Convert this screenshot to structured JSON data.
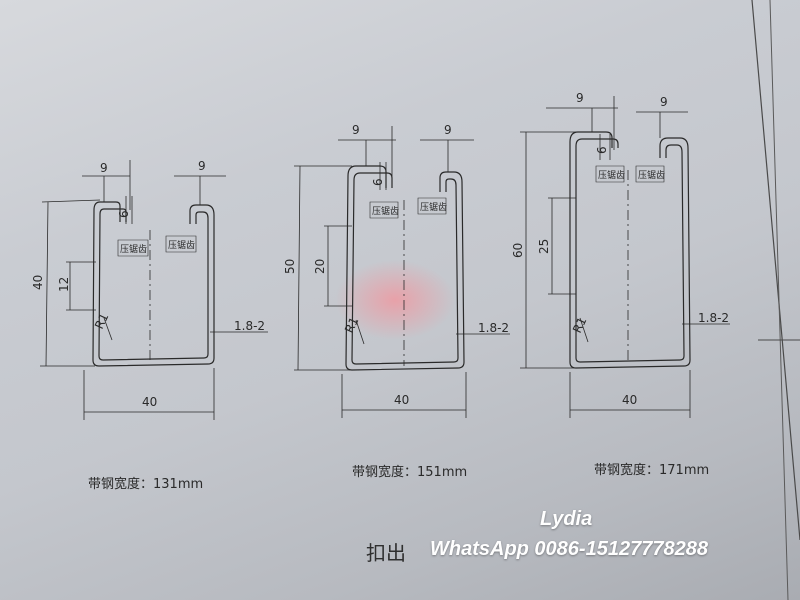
{
  "drawings": [
    {
      "id": "left",
      "top_dims": [
        "9",
        "9"
      ],
      "small_dim": "6",
      "height_dim": "40",
      "inner_dim": "12",
      "radius": "R1",
      "thickness": "1.8-2",
      "width_dim": "40",
      "press_label": "压锯齿",
      "strip_width": "带钢宽度：131mm"
    },
    {
      "id": "middle",
      "top_dims": [
        "9",
        "9"
      ],
      "small_dim": "6",
      "height_dim": "50",
      "inner_dim": "20",
      "radius": "R1",
      "thickness": "1.8-2",
      "width_dim": "40",
      "press_label": "压锯齿",
      "strip_width": "带钢宽度：151mm"
    },
    {
      "id": "right",
      "top_dims": [
        "9",
        "9"
      ],
      "small_dim": "6",
      "height_dim": "60",
      "inner_dim": "25",
      "radius": "R1",
      "thickness": "1.8-2",
      "width_dim": "40",
      "press_label": "压锯齿",
      "strip_width": "带钢宽度：171mm"
    }
  ],
  "footer_note": "扣出",
  "watermark": {
    "name": "Lydia",
    "contact": "WhatsApp 0086-15127778288"
  },
  "colors": {
    "paper": "#c9ccd2",
    "ink": "#2a2a2a",
    "watermark": "#ffffff",
    "glare": "#e8a3a8"
  }
}
